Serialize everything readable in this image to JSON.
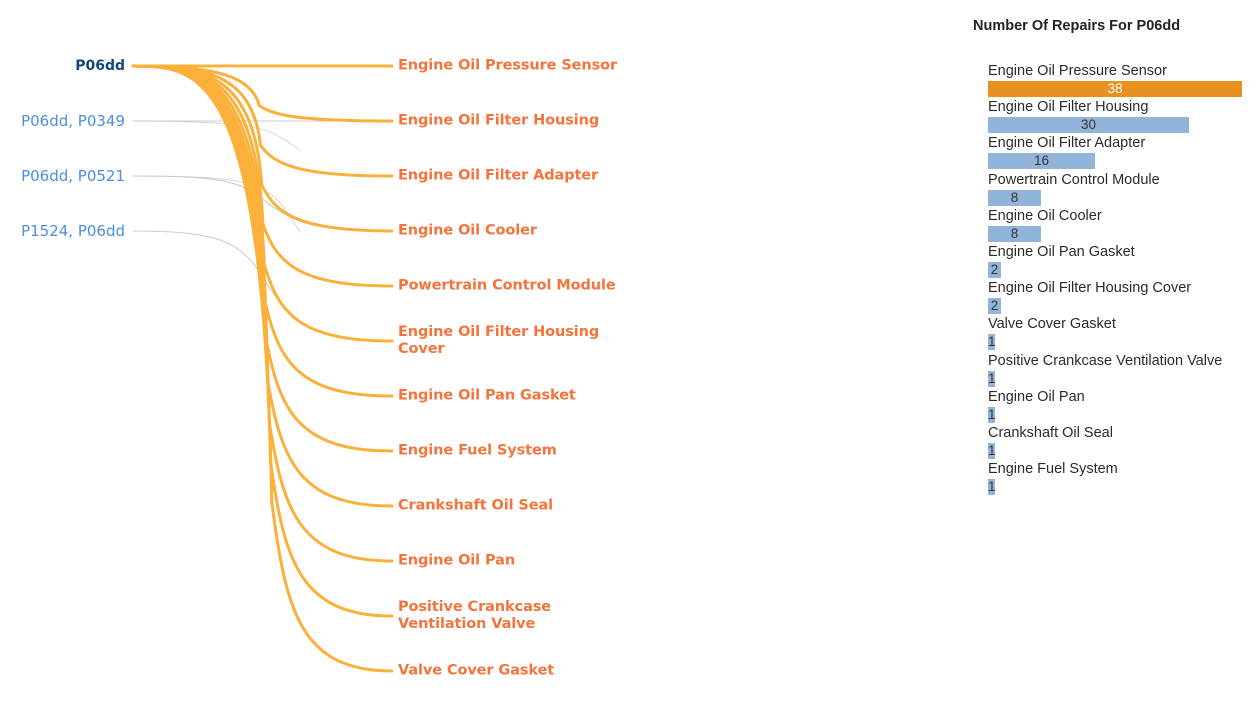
{
  "colors": {
    "link_highlight": "#FBB03B",
    "link_muted": "#c9c9c9",
    "target_label": "#f4743b",
    "source_label": "#4a8fe0",
    "source_label_focus": "#16457a",
    "bar_highlight": "#E8911F",
    "bar_default": "#92B4DA",
    "bar_value_on_highlight": "#ffffff",
    "bar_value_default": "#333333",
    "background": "#ffffff"
  },
  "bundle": {
    "sources": [
      {
        "label": "P06dd",
        "focus": true
      },
      {
        "label": "P06dd, P0349",
        "focus": false
      },
      {
        "label": "P06dd, P0521",
        "focus": false
      },
      {
        "label": "P1524, P06dd",
        "focus": false
      }
    ],
    "targets": [
      {
        "label": "Engine Oil Pressure Sensor"
      },
      {
        "label": "Engine Oil Filter Housing"
      },
      {
        "label": "Engine Oil Filter Adapter"
      },
      {
        "label": "Engine Oil Cooler"
      },
      {
        "label": "Powertrain Control Module"
      },
      {
        "label": "Engine Oil Filter Housing\nCover"
      },
      {
        "label": "Engine Oil Pan Gasket"
      },
      {
        "label": "Engine Fuel System"
      },
      {
        "label": "Crankshaft Oil Seal"
      },
      {
        "label": "Engine Oil Pan"
      },
      {
        "label": "Positive Crankcase\nVentilation Valve"
      },
      {
        "label": "Valve Cover Gasket"
      }
    ]
  },
  "chart_data": {
    "type": "bar",
    "orientation": "horizontal",
    "title": "Number Of Repairs For P06dd",
    "xlabel": "",
    "ylabel": "",
    "grid": false,
    "legend": false,
    "xlim": [
      0,
      38
    ],
    "categories": [
      "Engine Oil Pressure Sensor",
      "Engine Oil Filter Housing",
      "Engine Oil Filter Adapter",
      "Powertrain Control Module",
      "Engine Oil Cooler",
      "Engine Oil Pan Gasket",
      "Engine Oil Filter Housing Cover",
      "Valve Cover Gasket",
      "Positive Crankcase Ventilation Valve",
      "Engine Oil Pan",
      "Crankshaft Oil Seal",
      "Engine Fuel System"
    ],
    "values": [
      38,
      30,
      16,
      8,
      8,
      2,
      2,
      1,
      1,
      1,
      1,
      1
    ],
    "highlight_index": 0
  }
}
